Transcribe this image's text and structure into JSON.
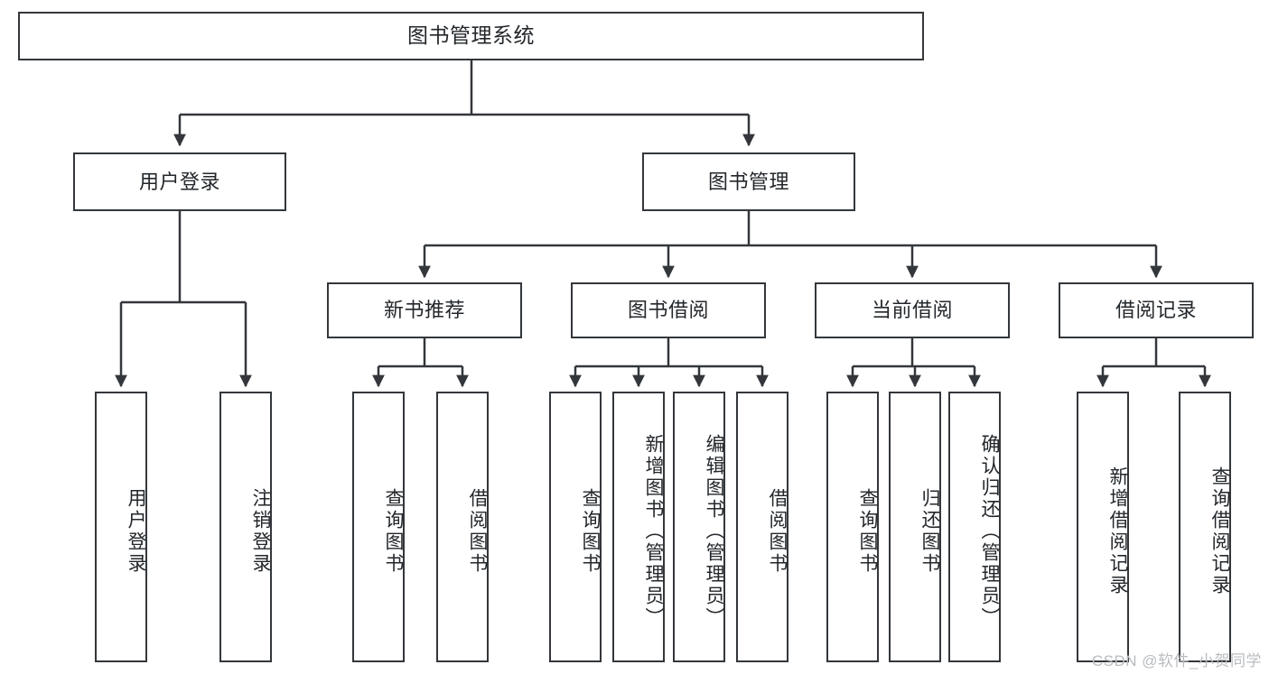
{
  "diagram": {
    "title": "图书管理系统",
    "watermark": "CSDN @软件_小贺同学",
    "colors": {
      "box_border": "#33373b",
      "box_fill": "#ffffff",
      "connector": "#33373b",
      "text": "#23272b",
      "watermark": "#b9bcc0",
      "background": "#ffffff"
    },
    "nodes": {
      "root": {
        "label": "图书管理系统"
      },
      "level2": [
        {
          "label": "用户登录"
        },
        {
          "label": "图书管理"
        }
      ],
      "level3": [
        {
          "label": "新书推荐"
        },
        {
          "label": "图书借阅"
        },
        {
          "label": "当前借阅"
        },
        {
          "label": "借阅记录"
        }
      ],
      "leaves": [
        {
          "label": "用户登录"
        },
        {
          "label": "注销登录"
        },
        {
          "label": "查询图书"
        },
        {
          "label": "借阅图书"
        },
        {
          "label": "查询图书"
        },
        {
          "label": "新增图书（管理员）"
        },
        {
          "label": "编辑图书（管理员）"
        },
        {
          "label": "借阅图书"
        },
        {
          "label": "查询图书"
        },
        {
          "label": "归还图书"
        },
        {
          "label": "确认归还（管理员）"
        },
        {
          "label": "新增借阅记录"
        },
        {
          "label": "查询借阅记录"
        }
      ]
    }
  }
}
